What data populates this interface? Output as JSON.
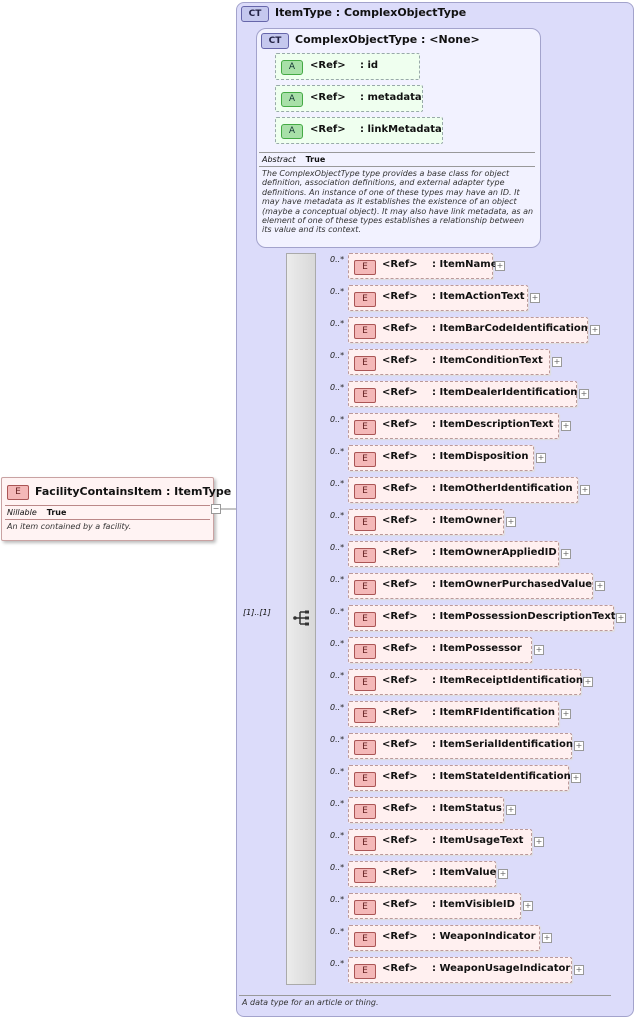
{
  "root": {
    "badge": "E",
    "label": "FacilityContainsItem : ItemType",
    "nillable_label": "Nillable",
    "nillable_value": "True",
    "doc": "An item contained by a facility."
  },
  "itemtype": {
    "badge": "CT",
    "label": "ItemType : ComplexObjectType",
    "doc": "A data type for an article or thing."
  },
  "complexobj": {
    "badge": "CT",
    "label": "ComplexObjectType : <None>",
    "abstract_label": "Abstract",
    "abstract_value": "True",
    "doc": "The ComplexObjectType type provides a base class for object definition, association definitions, and external adapter type definitions. An instance of one of these types may have an ID. It may have metadata as it establishes the existence of an object (maybe a conceptual object). It may also have link metadata, as an element of one of these types establishes a relationship between its value and its context.",
    "attributes": [
      {
        "badge": "A",
        "ref": "<Ref>",
        "name": ": id"
      },
      {
        "badge": "A",
        "ref": "<Ref>",
        "name": ": metadata"
      },
      {
        "badge": "A",
        "ref": "<Ref>",
        "name": ": linkMetadata"
      }
    ]
  },
  "sequence": {
    "cardinality": "[1]..[1]",
    "icon": "sequence-icon"
  },
  "elements": [
    {
      "card": "0..*",
      "badge": "E",
      "ref": "<Ref>",
      "name": ": ItemName"
    },
    {
      "card": "0..*",
      "badge": "E",
      "ref": "<Ref>",
      "name": ": ItemActionText"
    },
    {
      "card": "0..*",
      "badge": "E",
      "ref": "<Ref>",
      "name": ": ItemBarCodeIdentification"
    },
    {
      "card": "0..*",
      "badge": "E",
      "ref": "<Ref>",
      "name": ": ItemConditionText"
    },
    {
      "card": "0..*",
      "badge": "E",
      "ref": "<Ref>",
      "name": ": ItemDealerIdentification"
    },
    {
      "card": "0..*",
      "badge": "E",
      "ref": "<Ref>",
      "name": ": ItemDescriptionText"
    },
    {
      "card": "0..*",
      "badge": "E",
      "ref": "<Ref>",
      "name": ": ItemDisposition"
    },
    {
      "card": "0..*",
      "badge": "E",
      "ref": "<Ref>",
      "name": ": ItemOtherIdentification"
    },
    {
      "card": "0..*",
      "badge": "E",
      "ref": "<Ref>",
      "name": ": ItemOwner"
    },
    {
      "card": "0..*",
      "badge": "E",
      "ref": "<Ref>",
      "name": ": ItemOwnerAppliedID"
    },
    {
      "card": "0..*",
      "badge": "E",
      "ref": "<Ref>",
      "name": ": ItemOwnerPurchasedValue"
    },
    {
      "card": "0..*",
      "badge": "E",
      "ref": "<Ref>",
      "name": ": ItemPossessionDescriptionText"
    },
    {
      "card": "0..*",
      "badge": "E",
      "ref": "<Ref>",
      "name": ": ItemPossessor"
    },
    {
      "card": "0..*",
      "badge": "E",
      "ref": "<Ref>",
      "name": ": ItemReceiptIdentification"
    },
    {
      "card": "0..*",
      "badge": "E",
      "ref": "<Ref>",
      "name": ": ItemRFIdentification"
    },
    {
      "card": "0..*",
      "badge": "E",
      "ref": "<Ref>",
      "name": ": ItemSerialIdentification"
    },
    {
      "card": "0..*",
      "badge": "E",
      "ref": "<Ref>",
      "name": ": ItemStateIdentification"
    },
    {
      "card": "0..*",
      "badge": "E",
      "ref": "<Ref>",
      "name": ": ItemStatus"
    },
    {
      "card": "0..*",
      "badge": "E",
      "ref": "<Ref>",
      "name": ": ItemUsageText"
    },
    {
      "card": "0..*",
      "badge": "E",
      "ref": "<Ref>",
      "name": ": ItemValue"
    },
    {
      "card": "0..*",
      "badge": "E",
      "ref": "<Ref>",
      "name": ": ItemVisibleID"
    },
    {
      "card": "0..*",
      "badge": "E",
      "ref": "<Ref>",
      "name": ": WeaponIndicator"
    },
    {
      "card": "0..*",
      "badge": "E",
      "ref": "<Ref>",
      "name": ": WeaponUsageIndicator"
    }
  ],
  "expand_glyph": "+",
  "collapse_glyph": "−"
}
